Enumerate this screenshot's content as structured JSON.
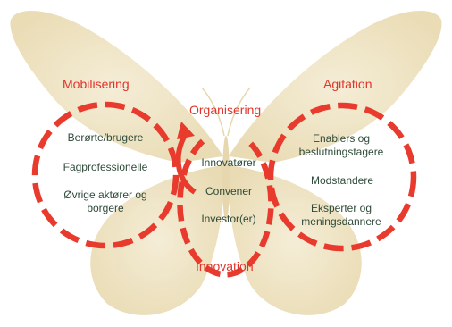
{
  "colors": {
    "accent_red": "#e83a2d",
    "wing_base": "#e9dcb3",
    "wing_light": "#f4ecd2",
    "text_dark": "#2e4a38"
  },
  "illustration": {
    "description_icon": "butterfly-icon"
  },
  "sections": {
    "mobilisering": {
      "title": "Mobilisering",
      "items": [
        "Berørte/brugere",
        "Fagprofessionelle",
        "Øvrige aktører og borgere"
      ]
    },
    "organisering": {
      "title": "Organisering"
    },
    "innovation": {
      "title": "Innovation",
      "items": [
        "Innovatører",
        "Convener",
        "Investor(er)"
      ]
    },
    "agitation": {
      "title": "Agitation",
      "items": [
        "Enablers og beslutningstagere",
        "Modstandere",
        "Eksperter og meningsdannere"
      ]
    }
  }
}
